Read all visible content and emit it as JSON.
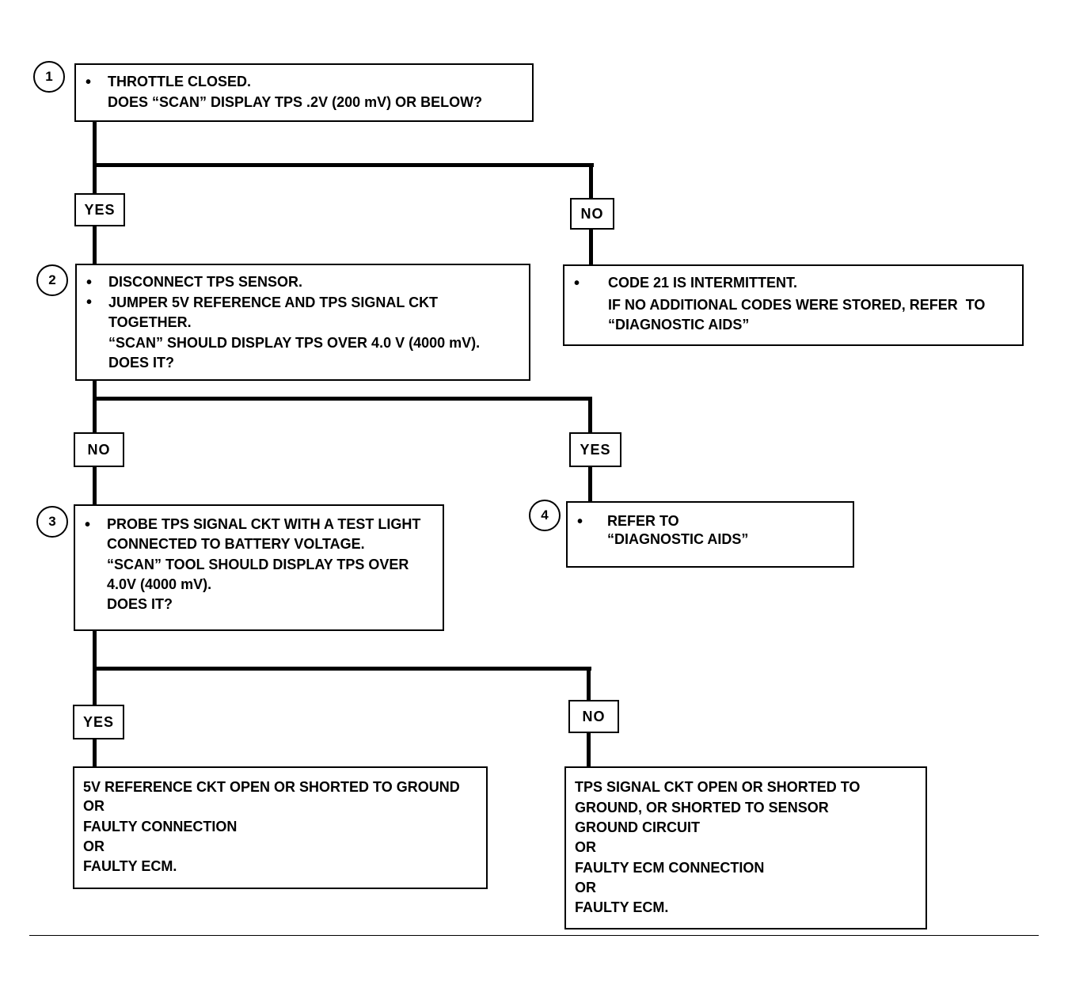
{
  "steps": [
    {
      "number": "1",
      "lines": [
        "THROTTLE CLOSED.",
        "DOES “SCAN” DISPLAY TPS .2V (200 mV) OR BELOW?"
      ]
    },
    {
      "number": "2",
      "lines": [
        "DISCONNECT TPS SENSOR.",
        "JUMPER 5V REFERENCE AND TPS SIGNAL CKT",
        "TOGETHER.",
        "“SCAN” SHOULD DISPLAY TPS OVER 4.0 V (4000 mV).",
        "DOES IT?"
      ]
    },
    {
      "number": "3",
      "lines": [
        "PROBE TPS SIGNAL CKT WITH A TEST LIGHT",
        "CONNECTED TO BATTERY VOLTAGE.",
        "“SCAN” TOOL SHOULD DISPLAY TPS OVER",
        "4.0V (4000 mV).",
        "DOES IT?"
      ]
    },
    {
      "number": "4",
      "lines": [
        "REFER TO",
        "“DIAGNOSTIC AIDS”"
      ]
    }
  ],
  "results": {
    "intermittent": [
      "CODE 21 IS INTERMITTENT.",
      "IF NO ADDITIONAL CODES WERE STORED, REFER  TO",
      "“DIAGNOSTIC AIDS”"
    ],
    "ref_ckt": [
      "5V REFERENCE CKT OPEN OR SHORTED TO GROUND",
      "OR",
      "FAULTY CONNECTION",
      "OR",
      "FAULTY ECM."
    ],
    "signal_ckt": [
      "TPS SIGNAL CKT OPEN OR SHORTED TO",
      "GROUND, OR SHORTED TO SENSOR",
      "GROUND CIRCUIT",
      "OR",
      "FAULTY ECM CONNECTION",
      "OR",
      "FAULTY ECM."
    ]
  },
  "labels": {
    "yes": "YES",
    "no": "NO"
  }
}
